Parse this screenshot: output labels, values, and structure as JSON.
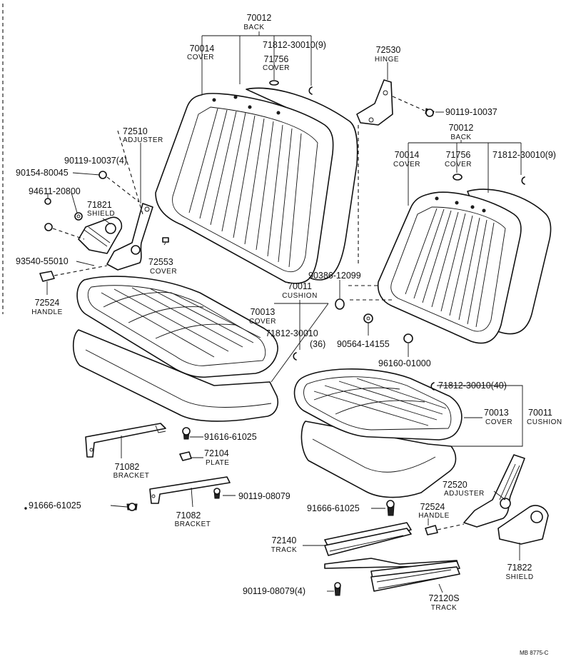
{
  "parts": {
    "back_top_number": "70012",
    "back_top_name": "BACK",
    "cover_left_number": "70014",
    "cover_left_name": "COVER",
    "cover2_left_number": "71756",
    "cover2_left_name": "COVER",
    "clip_left_number": "71812-30010(9)",
    "hinge_number": "72530",
    "hinge_name": "HINGE",
    "bolt_hinge_number": "90119-10037",
    "back_right_number": "70012",
    "back_right_name": "BACK",
    "cover_right_number": "70014",
    "cover_right_name": "COVER",
    "cover2_right_number": "71756",
    "cover2_right_name": "COVER",
    "clip_right_number": "71812-30010(9)",
    "adjuster_left_number": "72510",
    "adjuster_left_name": "ADJUSTER",
    "bolt_adj_number": "90119-10037(4)",
    "screw_number": "90154-80045",
    "washer_number": "94611-20800",
    "shield_left_number": "71821",
    "shield_left_name": "SHIELD",
    "knob_cover_number": "72553",
    "knob_cover_name": "COVER",
    "nut_number": "93540-55010",
    "handle_left_number": "72524",
    "handle_left_name": "HANDLE",
    "cushion_left_number": "70011",
    "cushion_left_name": "CUSHION",
    "cover3_left_number": "70013",
    "cover3_left_name": "COVER",
    "clip_cushion_number": "71812-30010",
    "clip_cushion_qty": "(36)",
    "bushing_number": "90386-12099",
    "grommet_number": "90564-14155",
    "plug_number": "96160-01000",
    "clip_cushion_right_number": "71812-30010(40)",
    "cover3_right_number": "70013",
    "cover3_right_name": "COVER",
    "cushion_right_number": "70011",
    "cushion_right_name": "CUSHION",
    "bolt_plate_number": "91616-61025",
    "plate_number": "72104",
    "plate_name": "PLATE",
    "bracket1_number": "71082",
    "bracket1_name": "BRACKET",
    "bolt_bracket2_number": "90119-08079",
    "bolt_bracket_left_number": "91666-61025",
    "bracket2_number": "71082",
    "bracket2_name": "BRACKET",
    "adjuster_right_number": "72520",
    "adjuster_right_name": "ADJUSTER",
    "bolt_track_number": "91666-61025",
    "handle_right_number": "72524",
    "handle_right_name": "HANDLE",
    "track1_number": "72140",
    "track1_name": "TRACK",
    "shield_right_number": "71822",
    "shield_right_name": "SHIELD",
    "bolt_track2_number": "90119-08079(4)",
    "track2_number": "72120S",
    "track2_name": "TRACK"
  },
  "footer": {
    "code": "MB  8775-C"
  }
}
